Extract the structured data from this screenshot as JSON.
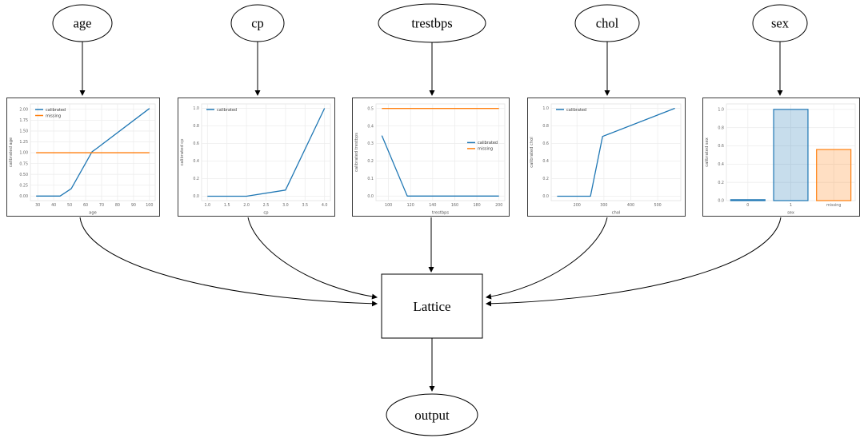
{
  "diagram": {
    "inputs": [
      {
        "label": "age"
      },
      {
        "label": "cp"
      },
      {
        "label": "trestbps"
      },
      {
        "label": "chol"
      },
      {
        "label": "sex"
      }
    ],
    "lattice_label": "Lattice",
    "output_label": "output"
  },
  "colors": {
    "calibrated_blue": "#1f77b4",
    "missing_orange": "#ff7f0e",
    "blue_fill": "rgba(31,119,180,0.25)",
    "orange_fill": "rgba(255,127,14,0.25)",
    "edge_black": "#000000",
    "tick_gray": "#666666",
    "grid_gray": "#ededed"
  },
  "chart_data": [
    {
      "type": "line",
      "title": "",
      "xlabel": "age",
      "ylabel": "calibrated age",
      "xlim": [
        25.4,
        103.6
      ],
      "ylim": [
        -0.105,
        2.125
      ],
      "xticks": [
        30,
        40,
        50,
        60,
        70,
        80,
        90,
        100
      ],
      "xtick_labels": [
        "30",
        "40",
        "50",
        "60",
        "70",
        "80",
        "90",
        "100"
      ],
      "yticks": [
        0,
        0.25,
        0.5,
        0.75,
        1.0,
        1.25,
        1.5,
        1.75,
        2.0
      ],
      "ytick_labels": [
        "0.00",
        "0.25",
        "0.50",
        "0.75",
        "1.00",
        "1.25",
        "1.50",
        "1.75",
        "2.00"
      ],
      "grid": true,
      "legend": {
        "loc": "upper-left",
        "entries": [
          "calibrated",
          "missing"
        ]
      },
      "series": [
        {
          "name": "calibrated",
          "color": "#1f77b4",
          "points": [
            [
              29,
              0
            ],
            [
              44,
              0
            ],
            [
              51,
              0.17
            ],
            [
              64,
              1.02
            ],
            [
              67,
              1.1
            ],
            [
              100,
              2.02
            ]
          ]
        },
        {
          "name": "missing",
          "color": "#ff7f0e",
          "points": [
            [
              29,
              1.0
            ],
            [
              100,
              1.0
            ]
          ]
        }
      ]
    },
    {
      "type": "line",
      "title": "",
      "xlabel": "cp",
      "ylabel": "calibrated cp",
      "xlim": [
        0.85,
        4.15
      ],
      "ylim": [
        -0.05,
        1.05
      ],
      "xticks": [
        1.0,
        1.5,
        2.0,
        2.5,
        3.0,
        3.5,
        4.0
      ],
      "xtick_labels": [
        "1.0",
        "1.5",
        "2.0",
        "2.5",
        "3.0",
        "3.5",
        "4.0"
      ],
      "yticks": [
        0,
        0.2,
        0.4,
        0.6,
        0.8,
        1.0
      ],
      "ytick_labels": [
        "0.0",
        "0.2",
        "0.4",
        "0.6",
        "0.8",
        "1.0"
      ],
      "grid": true,
      "legend": {
        "loc": "upper-left",
        "entries": [
          "calibrated"
        ]
      },
      "series": [
        {
          "name": "calibrated",
          "color": "#1f77b4",
          "points": [
            [
              1,
              0
            ],
            [
              2,
              0
            ],
            [
              3,
              0.07
            ],
            [
              4,
              1.0
            ]
          ]
        }
      ]
    },
    {
      "type": "line",
      "title": "",
      "xlabel": "trestbps",
      "ylabel": "calibrated trestbps",
      "xlim": [
        88.7,
        205.3
      ],
      "ylim": [
        -0.026,
        0.526
      ],
      "xticks": [
        100,
        120,
        140,
        160,
        180,
        200
      ],
      "xtick_labels": [
        "100",
        "120",
        "140",
        "160",
        "180",
        "200"
      ],
      "yticks": [
        0,
        0.1,
        0.2,
        0.3,
        0.4,
        0.5
      ],
      "ytick_labels": [
        "0.0",
        "0.1",
        "0.2",
        "0.3",
        "0.4",
        "0.5"
      ],
      "grid": true,
      "legend": {
        "loc": "center-right",
        "entries": [
          "calibrated",
          "missing"
        ]
      },
      "series": [
        {
          "name": "calibrated",
          "color": "#1f77b4",
          "points": [
            [
              94,
              0.345
            ],
            [
              117,
              0
            ],
            [
              200,
              0
            ]
          ]
        },
        {
          "name": "missing",
          "color": "#ff7f0e",
          "points": [
            [
              94,
              0.5
            ],
            [
              200,
              0.5
            ]
          ]
        }
      ]
    },
    {
      "type": "line",
      "title": "",
      "xlabel": "chol",
      "ylabel": "calibrated chol",
      "xlim": [
        104,
        586
      ],
      "ylim": [
        -0.05,
        1.05
      ],
      "xticks": [
        200,
        300,
        400,
        500
      ],
      "xtick_labels": [
        "200",
        "300",
        "400",
        "500"
      ],
      "yticks": [
        0,
        0.2,
        0.4,
        0.6,
        0.8,
        1.0
      ],
      "ytick_labels": [
        "0.0",
        "0.2",
        "0.4",
        "0.6",
        "0.8",
        "1.0"
      ],
      "grid": true,
      "legend": {
        "loc": "upper-left",
        "entries": [
          "calibrated"
        ]
      },
      "series": [
        {
          "name": "calibrated",
          "color": "#1f77b4",
          "points": [
            [
              126,
              0
            ],
            [
              250,
              0
            ],
            [
              295,
              0.68
            ],
            [
              564,
              1.0
            ]
          ]
        }
      ]
    },
    {
      "type": "bar",
      "title": "",
      "xlabel": "sex",
      "ylabel": "calibrated sex",
      "xlim": [
        -0.5,
        2.5
      ],
      "ylim": [
        0,
        1.06
      ],
      "categories": [
        "0",
        "1",
        "missing"
      ],
      "values": [
        0.01,
        1.0,
        0.56
      ],
      "bar_width": 0.8,
      "bars": [
        {
          "fill": "rgba(31,119,180,0.25)",
          "edge": "#1f77b4"
        },
        {
          "fill": "rgba(31,119,180,0.25)",
          "edge": "#1f77b4"
        },
        {
          "fill": "rgba(255,127,14,0.25)",
          "edge": "#ff7f0e"
        }
      ],
      "xticks": [
        0,
        1,
        2
      ],
      "xtick_labels": [
        "0",
        "1",
        "missing"
      ],
      "yticks": [
        0,
        0.2,
        0.4,
        0.6,
        0.8,
        1.0
      ],
      "ytick_labels": [
        "0.0",
        "0.2",
        "0.4",
        "0.6",
        "0.8",
        "1.0"
      ],
      "grid": true,
      "legend": null,
      "series": []
    }
  ]
}
